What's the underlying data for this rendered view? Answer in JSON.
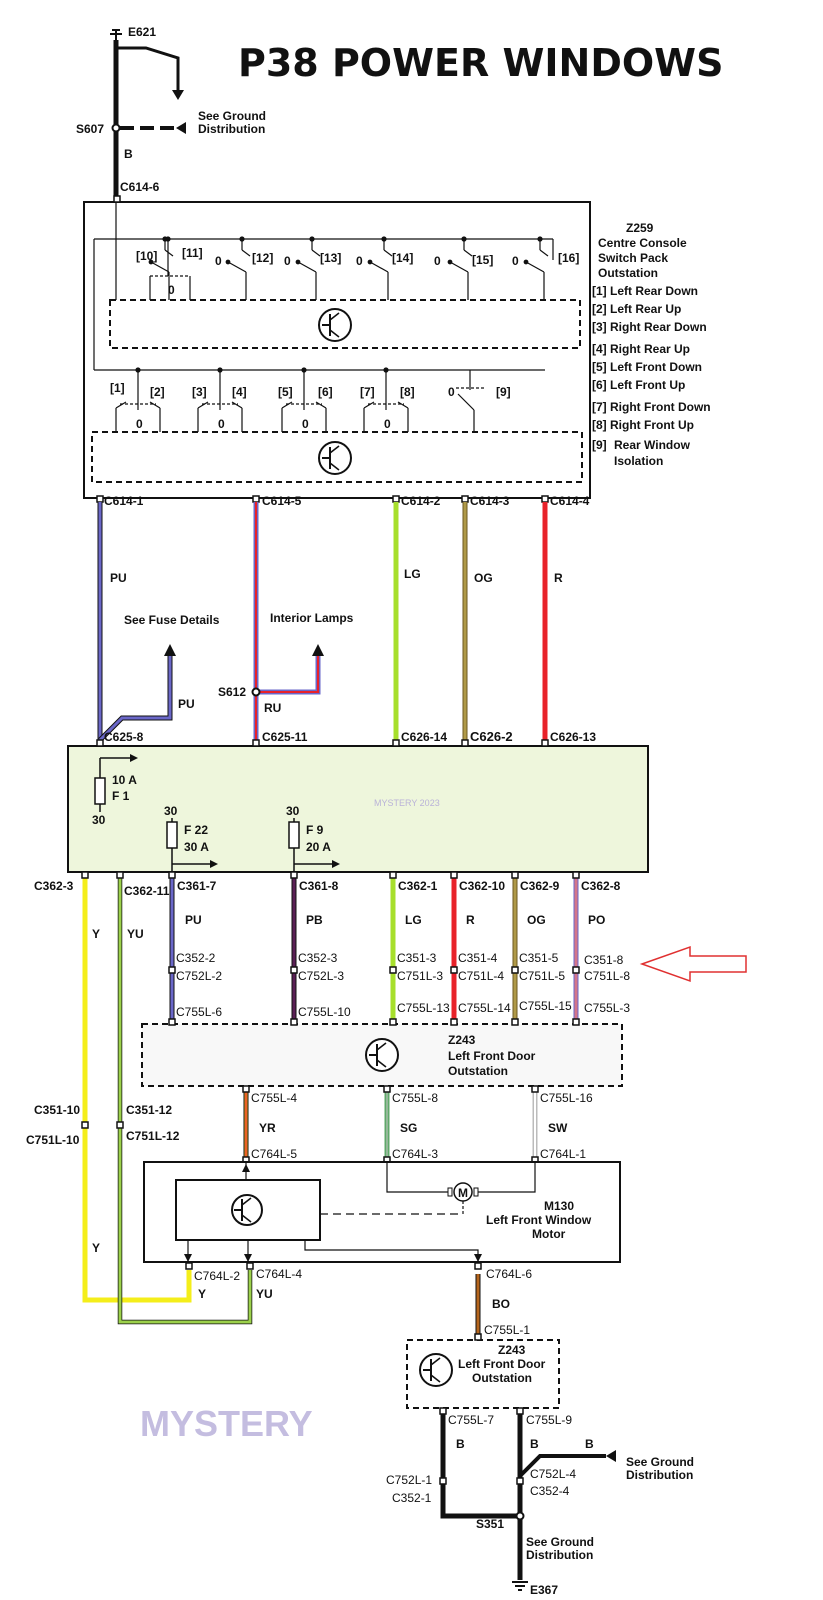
{
  "title": "P38 POWER WINDOWS",
  "watermark": "MYSTERY",
  "watermark_small": "MYSTERY 2023",
  "grounds": {
    "e621": "E621",
    "s607": "S607",
    "see_ground_1": "See Ground",
    "see_ground_1b": "Distribution",
    "wire_b": "B",
    "e367": "E367",
    "s351": "S351",
    "see_ground_2": "See Ground",
    "see_ground_2b": "Distribution",
    "see_ground_3": "See Ground",
    "see_ground_3b": "Distribution"
  },
  "switch_pack": {
    "id": "Z259",
    "line1": "Centre Console",
    "line2": "Switch Pack",
    "line3": "Outstation",
    "top_connector": "C614-6",
    "legend": [
      {
        "num": "[1]",
        "label": "Left Rear Down"
      },
      {
        "num": "[2]",
        "label": "Left Rear Up"
      },
      {
        "num": "[3]",
        "label": "Right Rear Down"
      },
      {
        "num": "[4]",
        "label": "Right Rear Up"
      },
      {
        "num": "[5]",
        "label": "Left Front Down"
      },
      {
        "num": "[6]",
        "label": "Left Front Up"
      },
      {
        "num": "[7]",
        "label": "Right Front Down"
      },
      {
        "num": "[8]",
        "label": "Right Front Up"
      },
      {
        "num": "[9]",
        "label": "Rear Window"
      },
      {
        "num": "",
        "label": "Isolation"
      }
    ],
    "top_switches": [
      "[10]",
      "[11]",
      "[12]",
      "[13]",
      "[14]",
      "[15]",
      "[16]"
    ],
    "bottom_switches": [
      "[1]",
      "[2]",
      "[3]",
      "[4]",
      "[5]",
      "[6]",
      "[7]",
      "[8]",
      "[9]"
    ],
    "zero": "0",
    "outputs": [
      "C614-1",
      "C614-5",
      "C614-2",
      "C614-3",
      "C614-4"
    ]
  },
  "wires_upper": {
    "pu": "PU",
    "lg": "LG",
    "og": "OG",
    "r": "R",
    "ru": "RU",
    "pu2": "PU",
    "see_fuse": "See Fuse Details",
    "interior_lamps": "Interior Lamps",
    "s612": "S612"
  },
  "fuse_box": {
    "inputs": [
      "C625-8",
      "C625-11",
      "C626-14",
      "C626-2",
      "C626-13"
    ],
    "f1_rating": "10 A",
    "f1_name": "F 1",
    "f1_feed": "30",
    "f22_feed": "30",
    "f22_name": "F 22",
    "f22_rating": "30 A",
    "f9_feed": "30",
    "f9_name": "F 9",
    "f9_rating": "20 A",
    "outputs": [
      "C362-3",
      "C362-11",
      "C361-7",
      "C361-8",
      "C362-1",
      "C362-10",
      "C362-9",
      "C362-8"
    ]
  },
  "wires_mid": {
    "y": "Y",
    "yu": "YU",
    "pu": "PU",
    "pb": "PB",
    "lg": "LG",
    "r": "R",
    "og": "OG",
    "po": "PO",
    "c352_2": "C352-2",
    "c752l_2": "C752L-2",
    "c352_3": "C352-3",
    "c752l_3": "C752L-3",
    "c351_3": "C351-3",
    "c751l_3": "C751L-3",
    "c351_4": "C351-4",
    "c751l_4": "C751L-4",
    "c351_5": "C351-5",
    "c751l_5": "C751L-5",
    "c351_8": "C351-8",
    "c751l_8": "C751L-8",
    "door_inputs": [
      "C755L-6",
      "C755L-10",
      "C755L-13",
      "C755L-14",
      "C755L-15",
      "C755L-3"
    ]
  },
  "door_outstation": {
    "id": "Z243",
    "line1": "Left Front Door",
    "line2": "Outstation",
    "outputs": [
      "C755L-4",
      "C755L-8",
      "C755L-16"
    ],
    "wires": [
      "YR",
      "SG",
      "SW"
    ]
  },
  "motor": {
    "id": "M130",
    "line1": "Left Front Window",
    "line2": "Motor",
    "symbol": "M",
    "inputs": [
      "C764L-5",
      "C764L-3",
      "C764L-1"
    ],
    "bottom": [
      "C764L-2",
      "C764L-4",
      "C764L-6"
    ],
    "wire_bo": "BO"
  },
  "left_wires": {
    "c351_10": "C351-10",
    "c751l_10": "C751L-10",
    "c351_12": "C351-12",
    "c751l_12": "C751L-12",
    "y": "Y",
    "y2": "Y",
    "yu": "YU"
  },
  "door_outstation_2": {
    "id": "Z243",
    "line1": "Left Front Door",
    "line2": "Outstation",
    "top": "C755L-1",
    "outputs": [
      "C755L-7",
      "C755L-9"
    ],
    "b1": "B",
    "b2": "B",
    "b3": "B",
    "c752l_1": "C752L-1",
    "c352_1": "C352-1",
    "c752l_4": "C752L-4",
    "c352_4": "C352-4"
  },
  "colors": {
    "pu": "#6a67c8",
    "lg": "#a7df2c",
    "og": "#a0883a",
    "r": "#e8222a",
    "y": "#f4ee1a",
    "yu": "#9cd14b",
    "pb": "#5a1f55",
    "po": "#d4768a",
    "yr": "#f0a020",
    "sg": "#5fa86a",
    "sw": "#cccccc",
    "bo": "#b5651d",
    "fusebox": "#eef6dc",
    "arrow": "#e03030"
  }
}
